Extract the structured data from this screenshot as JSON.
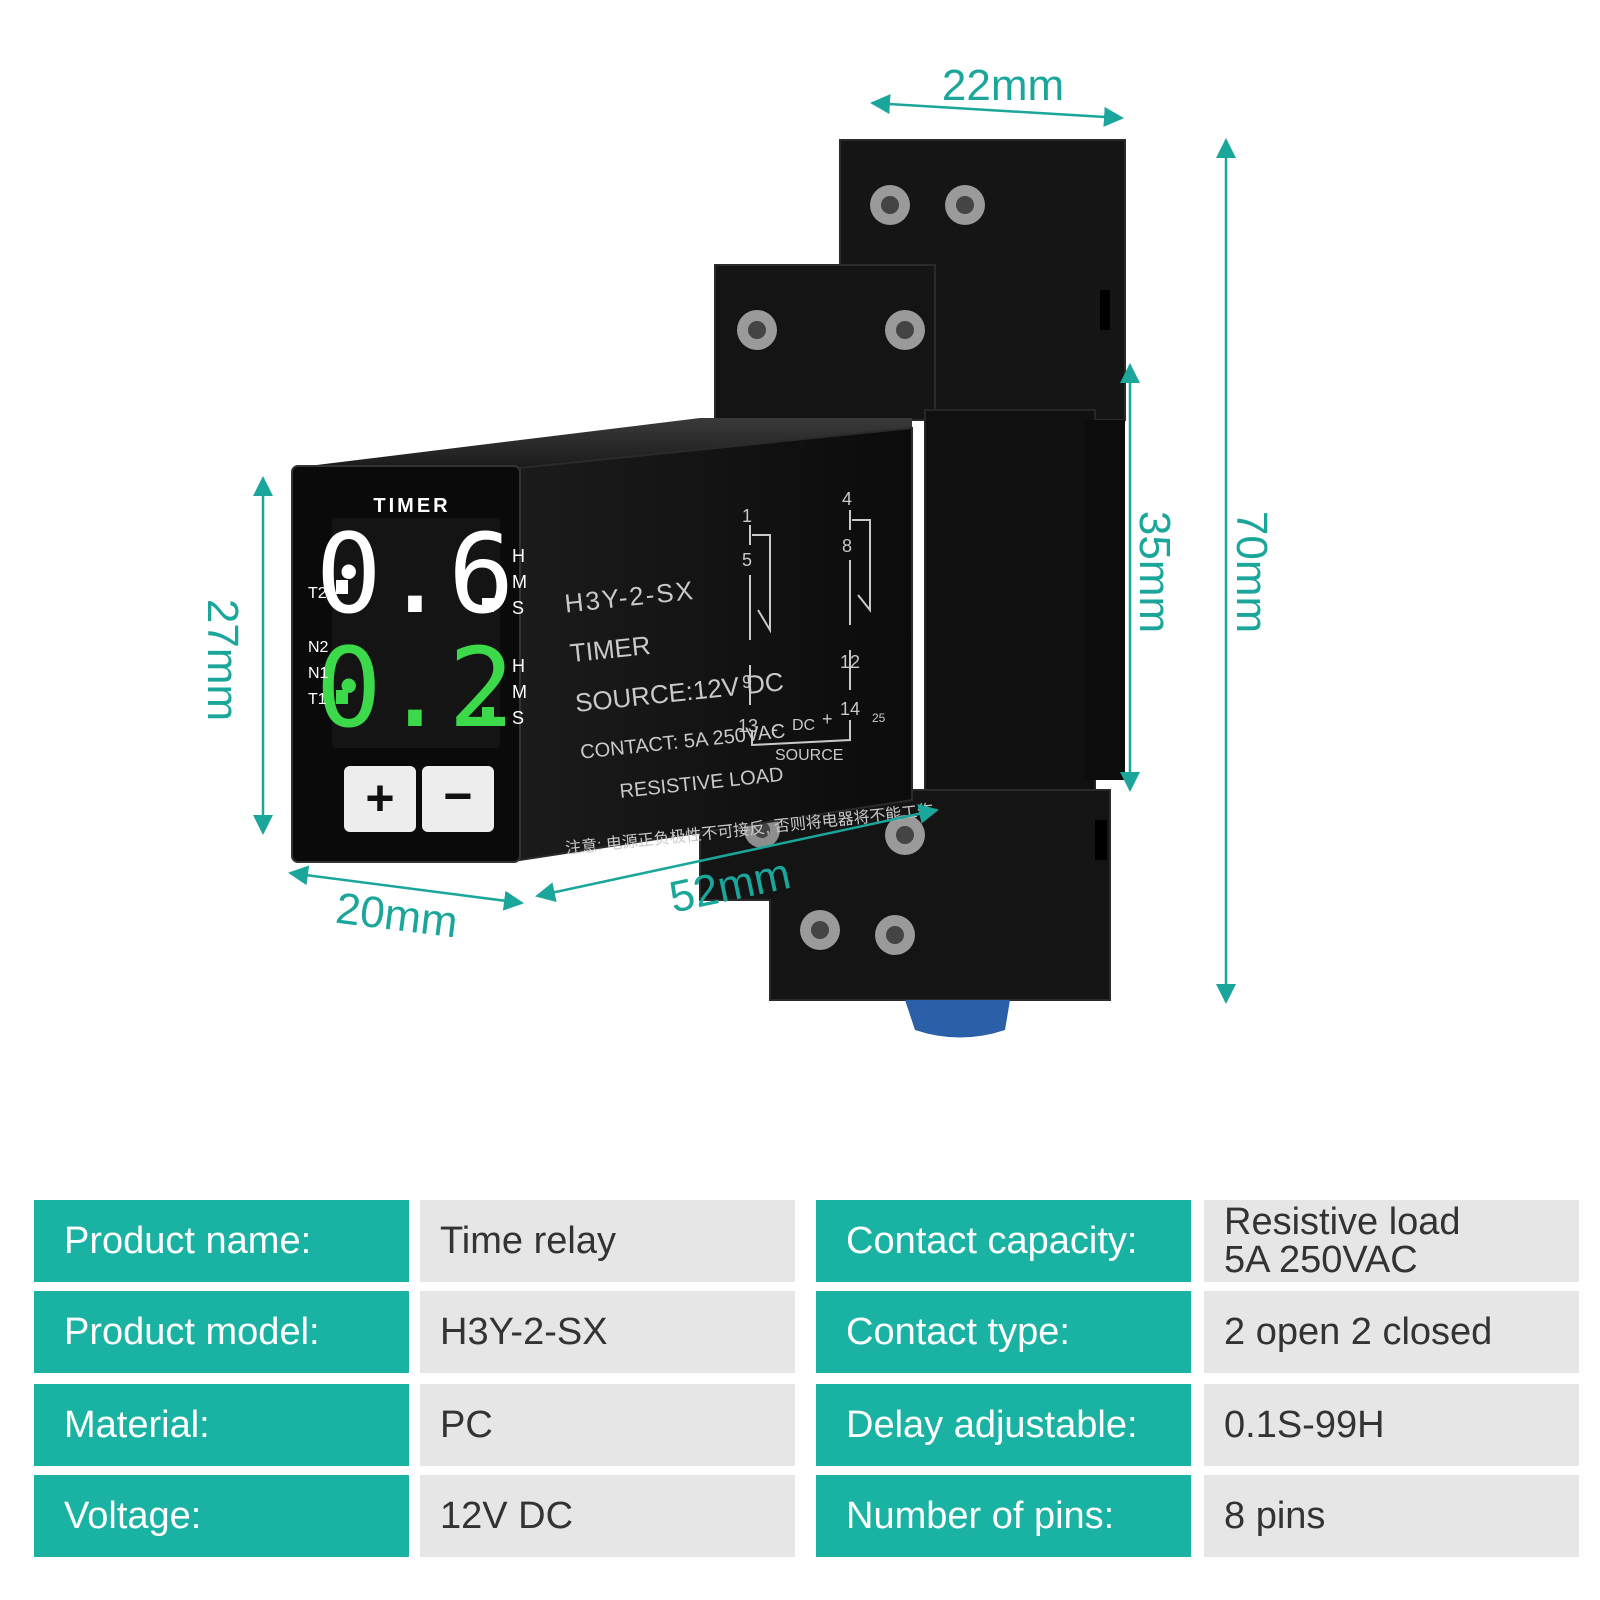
{
  "dimensions": {
    "top_width": "22mm",
    "total_height": "70mm",
    "body_height": "35mm",
    "face_height": "27mm",
    "face_width": "20mm",
    "depth": "52mm"
  },
  "device": {
    "timer_label": "TIMER",
    "display_top": "0.6",
    "display_bottom": "0.2",
    "unit_letters": [
      "H",
      "M",
      "S"
    ],
    "indicator_t2": "T2",
    "indicator_n2": "N2",
    "indicator_n1": "N1",
    "indicator_t1": "T1",
    "plus_button": "+",
    "minus_button": "−",
    "side_model": "H3Y-2-SX",
    "side_timer": "TIMER",
    "side_source": "SOURCE:12V DC",
    "side_contact": "CONTACT: 5A 250VAC",
    "side_load": "RESISTIVE LOAD",
    "side_warning": "注意: 电源正负极性不可接反, 否则将电器将不能工作",
    "pins": [
      "1",
      "5",
      "9",
      "13",
      "4",
      "8",
      "12",
      "14"
    ],
    "dc_label": "DC",
    "source_label": "SOURCE",
    "minus_sign": "-",
    "plus_sign": "+",
    "temp_mark": "25"
  },
  "specs": [
    {
      "key": "Product name:",
      "value": "Time relay",
      "key2": "Contact capacity:",
      "value2_line1": "Resistive load",
      "value2_line2": "5A 250VAC"
    },
    {
      "key": "Product model:",
      "value": "H3Y-2-SX",
      "key2": "Contact type:",
      "value2": "2 open 2 closed"
    },
    {
      "key": "Material:",
      "value": "PC",
      "key2": "Delay adjustable:",
      "value2": "0.1S-99H"
    },
    {
      "key": "Voltage:",
      "value": "12V DC",
      "key2": "Number of pins:",
      "value2": "8 pins"
    }
  ],
  "colors": {
    "accent": "#1ab3a3",
    "dimension": "#1aa69a",
    "display_white": "#ffffff",
    "display_green": "#3cd94a",
    "body": "#111111"
  }
}
